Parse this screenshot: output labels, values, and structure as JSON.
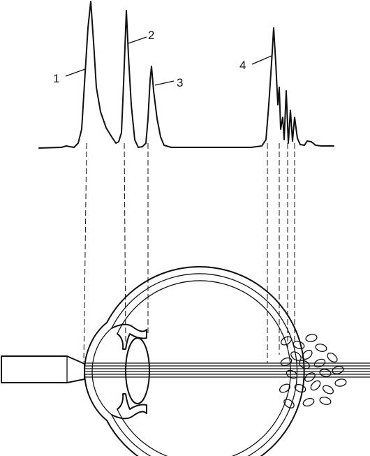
{
  "peak_labels": [
    {
      "id": "peak-1",
      "text": "1"
    },
    {
      "id": "peak-2",
      "text": "2"
    },
    {
      "id": "peak-3",
      "text": "3"
    },
    {
      "id": "peak-4",
      "text": "4"
    }
  ],
  "colors": {
    "ink": "#111111",
    "background": "#ffffff"
  }
}
